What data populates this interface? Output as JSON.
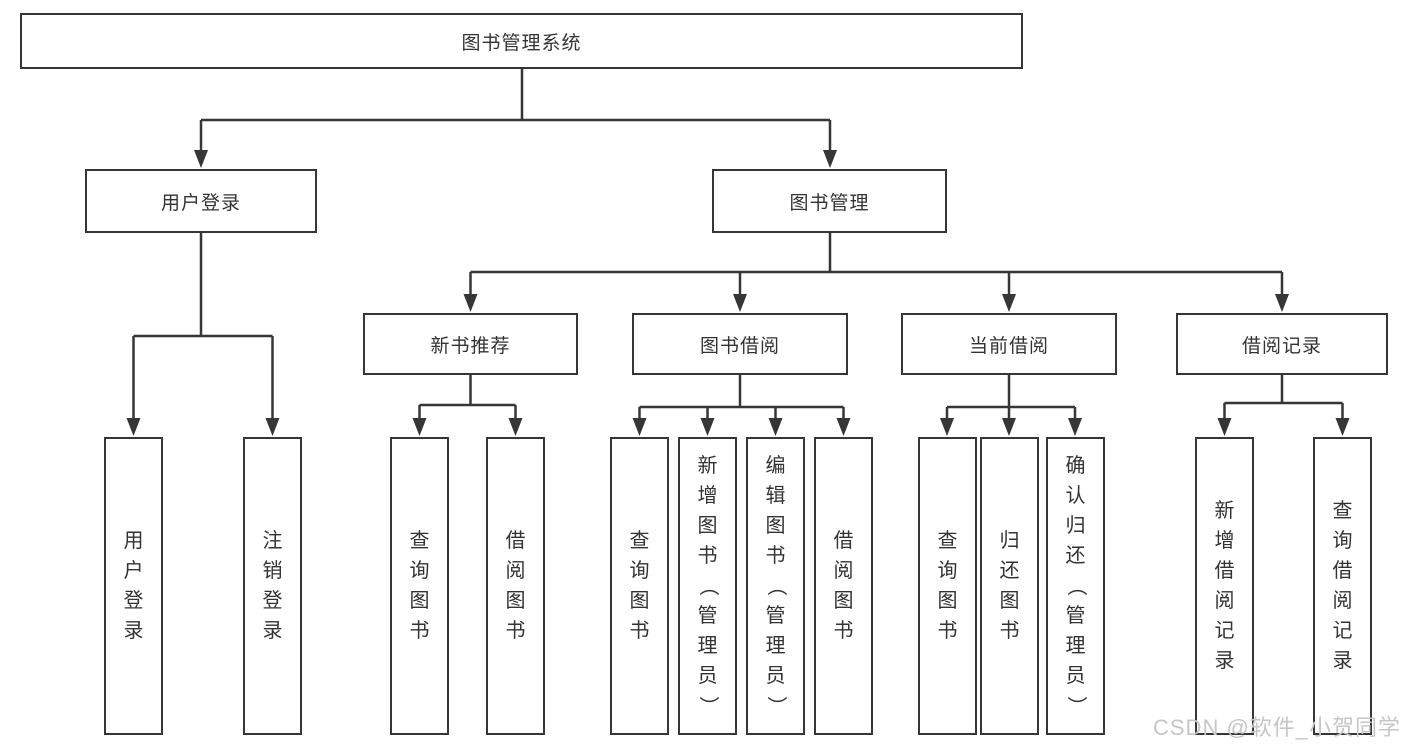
{
  "diagram": {
    "type": "hierarchy-tree",
    "colors": {
      "line": "#363636",
      "box_border": "#363636",
      "text": "#333333",
      "background": "#ffffff",
      "watermark": "#c6c6c6"
    },
    "nodes": {
      "root": "图书管理系统",
      "user_login": "用户登录",
      "book_mgmt": "图书管理",
      "new_book_rec": "新书推荐",
      "book_borrow": "图书借阅",
      "current_borrow": "当前借阅",
      "borrow_record": "借阅记录"
    },
    "leaves": {
      "user_login": [
        "用户登录",
        "注销登录"
      ],
      "new_book_rec": [
        "查询图书",
        "借阅图书"
      ],
      "book_borrow": [
        "查询图书",
        "新增图书（管理员）",
        "编辑图书（管理员）",
        "借阅图书"
      ],
      "current_borrow": [
        "查询图书",
        "归还图书",
        "确认归还（管理员）"
      ],
      "borrow_record": [
        "新增借阅记录",
        "查询借阅记录"
      ]
    },
    "watermark": "CSDN @软件_小贺同学"
  }
}
